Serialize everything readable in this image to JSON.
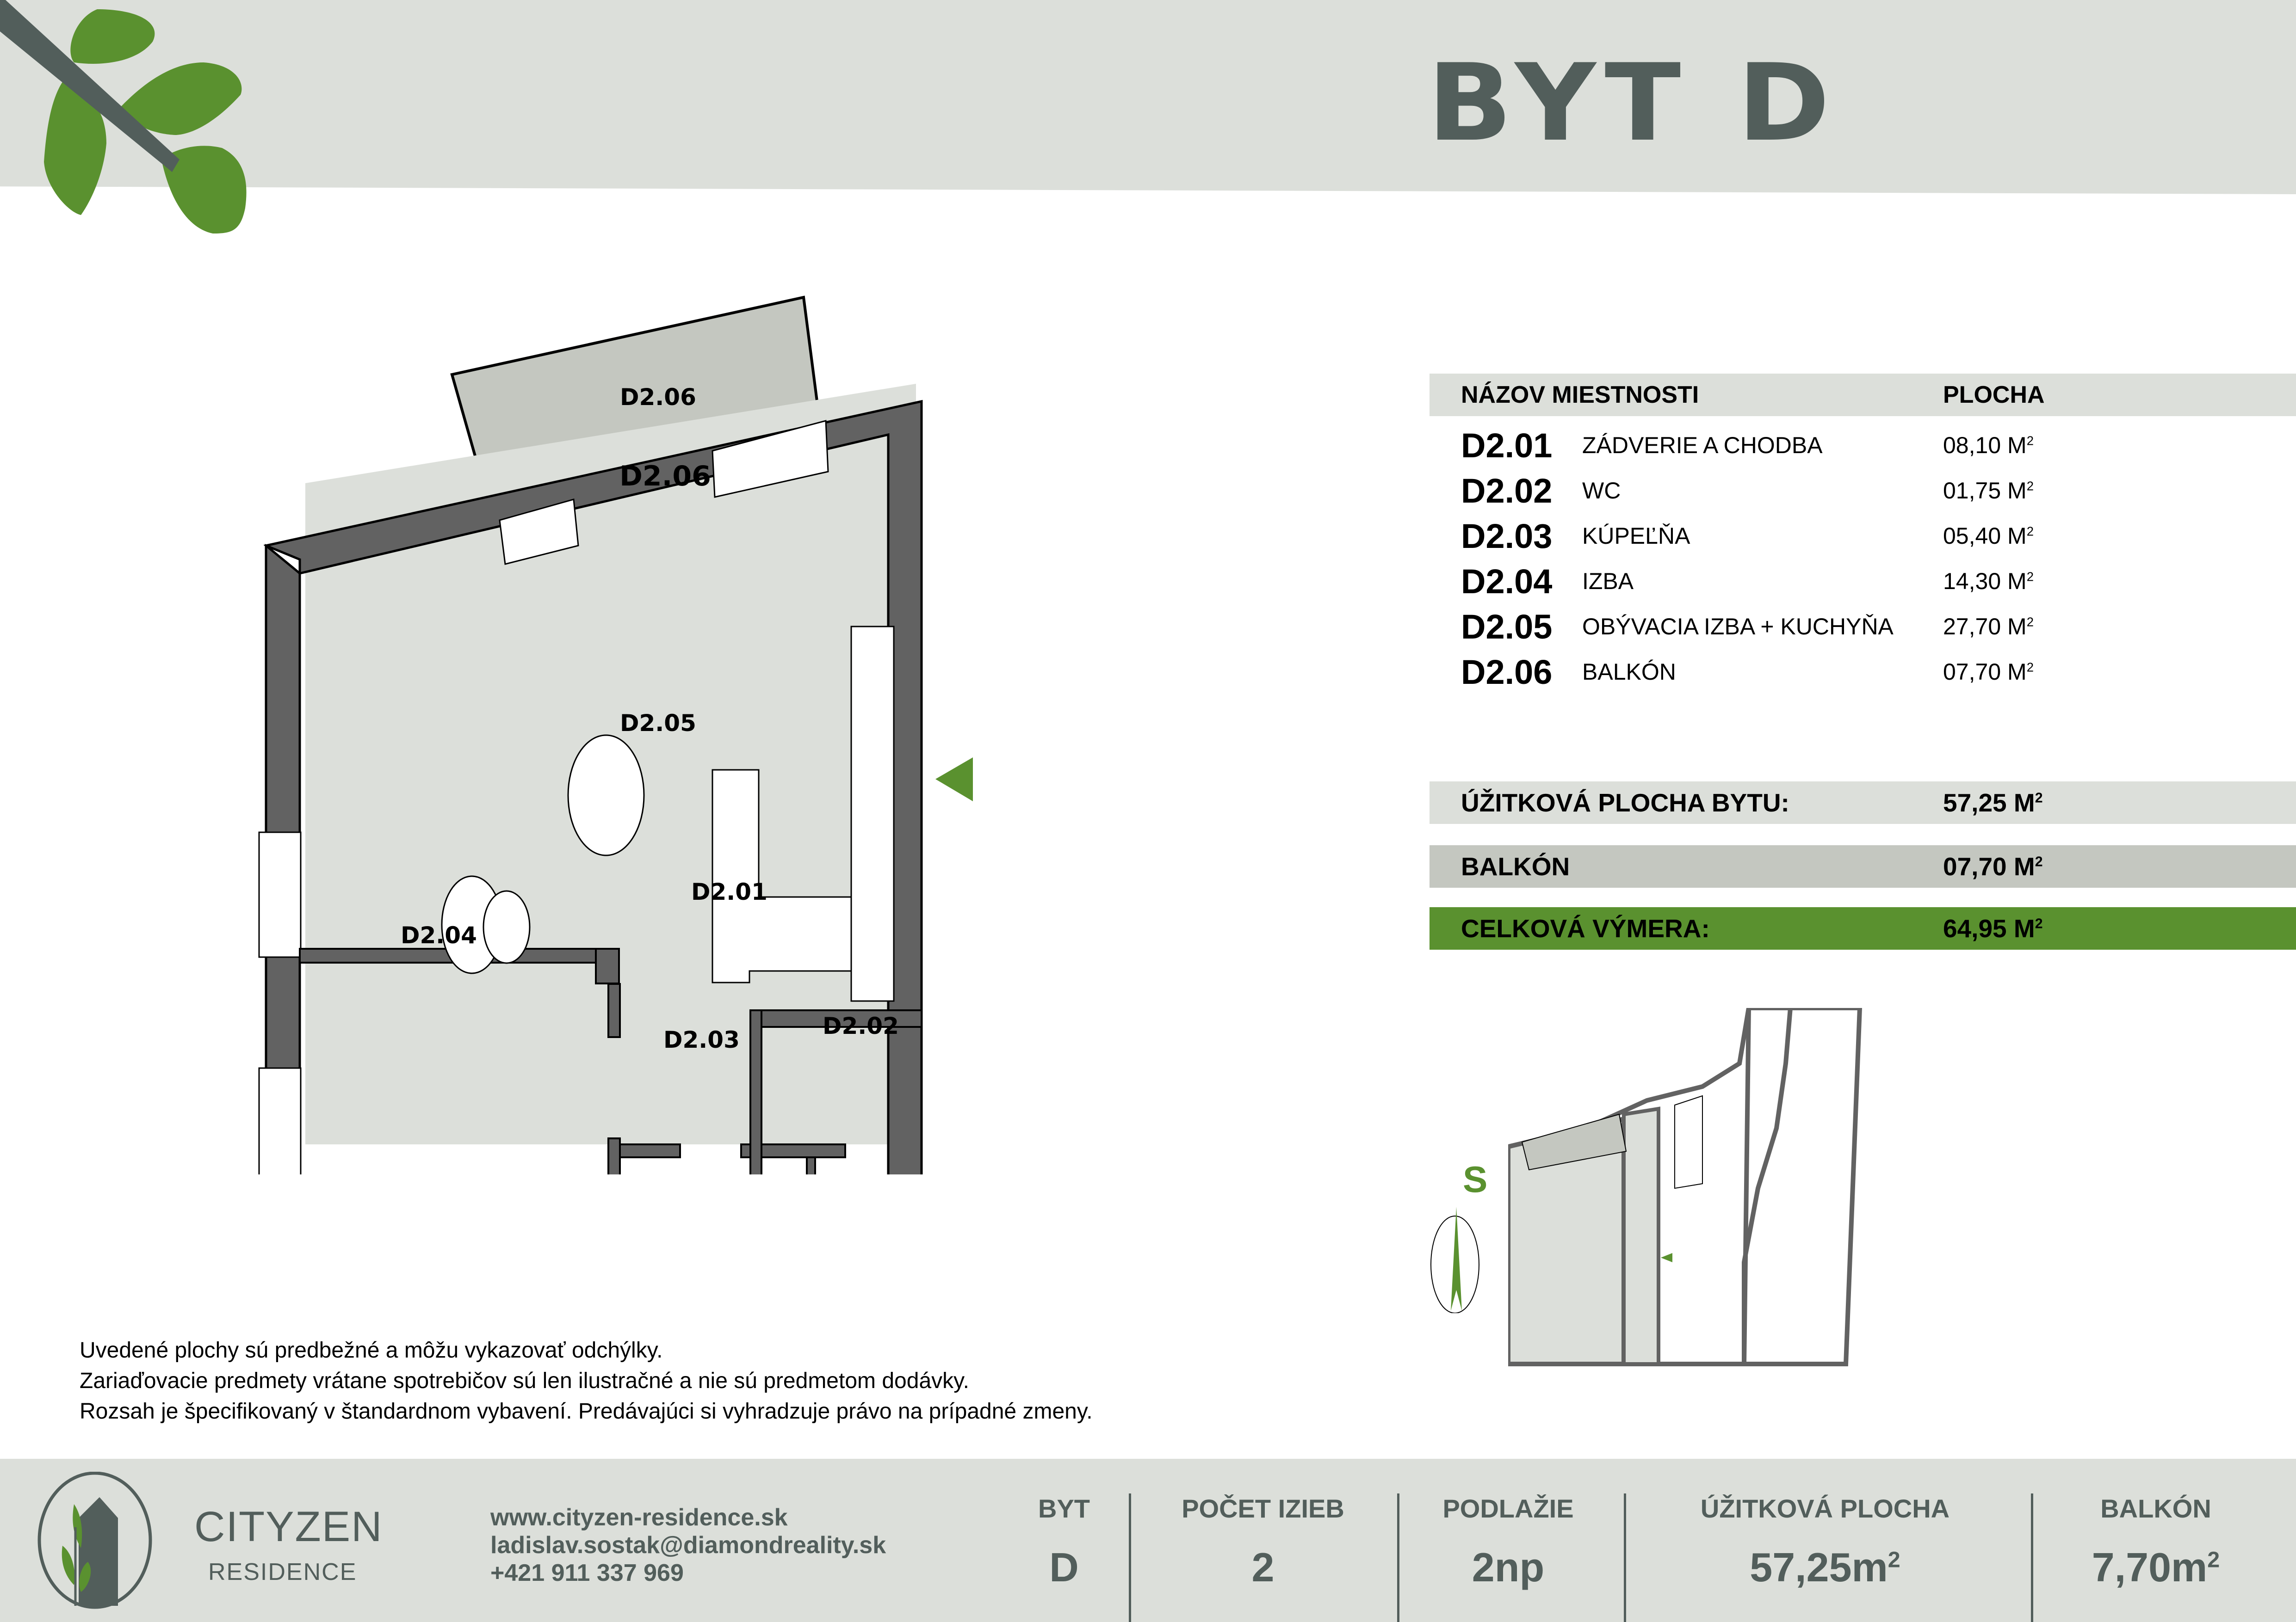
{
  "header": {
    "title": "BYT D"
  },
  "room_table": {
    "col_name": "NÁZOV MIESTNOSTI",
    "col_area": "PLOCHA",
    "unit": "M",
    "rows": [
      {
        "code": "D2.01",
        "name": "ZÁDVERIE A CHODBA",
        "area": "08,10"
      },
      {
        "code": "D2.02",
        "name": "WC",
        "area": "01,75"
      },
      {
        "code": "D2.03",
        "name": "KÚPEĽŇA",
        "area": "05,40"
      },
      {
        "code": "D2.04",
        "name": "IZBA",
        "area": "14,30"
      },
      {
        "code": "D2.05",
        "name": "OBÝVACIA IZBA + KUCHYŇA",
        "area": "27,70"
      },
      {
        "code": "D2.06",
        "name": "BALKÓN",
        "area": "07,70"
      }
    ]
  },
  "summary": {
    "usable_label": "ÚŽITKOVÁ PLOCHA BYTU:",
    "usable_value": "57,25 M",
    "balcony_label": "BALKÓN",
    "balcony_value": "07,70 M",
    "total_label": "CELKOVÁ VÝMERA:",
    "total_value": "64,95 M"
  },
  "plan_labels": {
    "d201": "D2.01",
    "d202": "D2.02",
    "d203": "D2.03",
    "d204": "D2.04",
    "d205": "D2.05",
    "d206": "D2.06"
  },
  "compass": {
    "label": "S"
  },
  "disclaimer": [
    "Uvedené plochy sú predbežné a môžu vykazovať odchýlky.",
    "Zariaďovacie predmety vrátane spotrebičov sú len ilustračné a nie sú predmetom dodávky.",
    "Rozsah je špecifikovaný v štandardnom vybavení. Predávajúci si vyhradzuje právo na prípadné zmeny."
  ],
  "footer": {
    "brand_name": "CITYZEN",
    "brand_sub": "RESIDENCE",
    "website": "www.cityzen-residence.sk",
    "email": "ladislav.sostak@diamondreality.sk",
    "phone": "+421 911 337 969",
    "cols": [
      {
        "head": "BYT",
        "value": "D"
      },
      {
        "head": "POČET IZIEB",
        "value": "2"
      },
      {
        "head": "PODLAŽIE",
        "value": "2np"
      },
      {
        "head": "ÚŽITKOVÁ PLOCHA",
        "value": "57,25m"
      },
      {
        "head": "BALKÓN",
        "value": "7,70m"
      }
    ]
  },
  "colors": {
    "brand_green": "#5a912f",
    "brand_gray": "#525e5b",
    "band_light": "#dcdfda",
    "band_mid": "#c4c7c0",
    "wall": "#626262",
    "floor": "#dcdfda"
  }
}
